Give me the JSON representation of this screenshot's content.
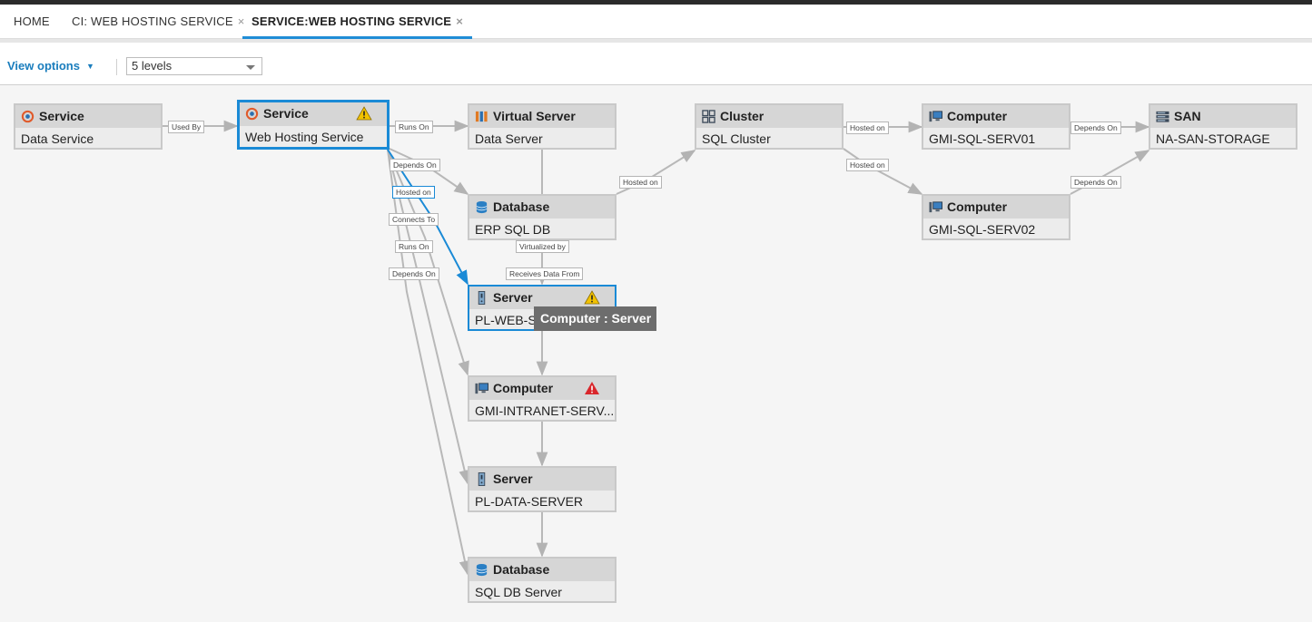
{
  "tabs": [
    {
      "label": "HOME",
      "closable": false,
      "active": false
    },
    {
      "label": "CI: WEB HOSTING SERVICE",
      "closable": true,
      "active": false
    },
    {
      "label": "SERVICE:WEB HOSTING SERVICE",
      "closable": true,
      "active": true
    }
  ],
  "close_glyph": "×",
  "toolbar": {
    "view_options_label": "View options",
    "levels_value": "5 levels"
  },
  "colors": {
    "accent": "#1a8ad6",
    "warning": "#f2c200",
    "critical": "#d9262b"
  },
  "nodes": {
    "data_service": {
      "type": "Service",
      "name": "Data Service",
      "icon": "service-icon"
    },
    "web_hosting": {
      "type": "Service",
      "name": "Web Hosting Service",
      "icon": "service-icon",
      "alert": "warning"
    },
    "virtual_server": {
      "type": "Virtual Server",
      "name": "Data Server",
      "icon": "virtual-server-icon"
    },
    "cluster": {
      "type": "Cluster",
      "name": "SQL Cluster",
      "icon": "cluster-icon"
    },
    "computer1": {
      "type": "Computer",
      "name": "GMI-SQL-SERV01",
      "icon": "computer-icon"
    },
    "san": {
      "type": "SAN",
      "name": "NA-SAN-STORAGE",
      "icon": "san-icon"
    },
    "erp_db": {
      "type": "Database",
      "name": "ERP SQL DB",
      "icon": "database-icon"
    },
    "computer2": {
      "type": "Computer",
      "name": "GMI-SQL-SERV02",
      "icon": "computer-icon"
    },
    "web_server": {
      "type": "Server",
      "name": "PL-WEB-S",
      "icon": "server-icon",
      "alert": "warning"
    },
    "intranet": {
      "type": "Computer",
      "name": "GMI-INTRANET-SERV...",
      "icon": "computer-icon",
      "alert": "critical"
    },
    "data_server": {
      "type": "Server",
      "name": "PL-DATA-SERVER",
      "icon": "server-icon"
    },
    "sql_db_server": {
      "type": "Database",
      "name": "SQL DB Server",
      "icon": "database-icon"
    }
  },
  "edge_labels": {
    "used_by": "Used By",
    "runs_on_1": "Runs On",
    "hosted_on_1": "Hosted on",
    "depends_on_1": "Depends On",
    "hosted_on_2": "Hosted on",
    "depends_on_2": "Depends On",
    "hosted_on_3": "Hosted on",
    "hosted_on_4": "Hosted on",
    "depends_on_3": "Depends On",
    "connects_to": "Connects To",
    "virtualized_by": "Virtualized by",
    "runs_on_2": "Runs On",
    "receives_data_from": "Receives Data From",
    "depends_on_4": "Depends On"
  },
  "tooltip": {
    "text": "Computer : Server"
  }
}
